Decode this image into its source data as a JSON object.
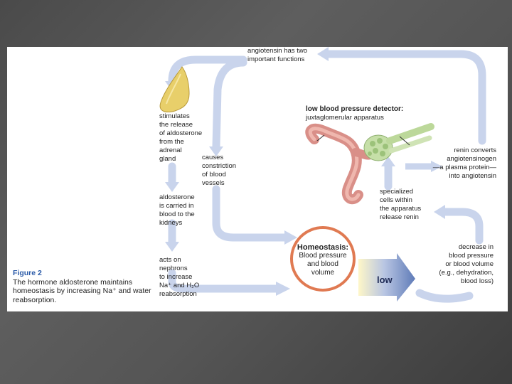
{
  "figure": {
    "title": "Figure 2",
    "caption": "The hormone aldosterone maintains homeostasis by increasing Na⁺ and water reabsorption."
  },
  "labels": {
    "angiotensin_functions": "angiotensin has two\nimportant functions",
    "stimulates_release": "stimulates\nthe release\nof aldosterone\nfrom the\nadrenal\ngland",
    "causes_constriction": "causes\nconstriction\nof blood\nvessels",
    "aldosterone_carried": "aldosterone\nis carried in\nblood to the\nkidneys",
    "acts_on_nephrons": "acts on\nnephrons\nto increase\nNa⁺ and H₂O\nreabsorption",
    "detector_title": "low blood pressure detector:",
    "detector_subtitle": "juxtaglomerular apparatus",
    "renin_converts": "renin converts\nangiotensinogen\n—a plasma protein—\ninto angiotensin",
    "specialized_cells": "specialized\ncells within\nthe apparatus\nrelease renin",
    "decrease_in": "decrease in\nblood pressure\nor blood volume\n(e.g., dehydration,\nblood loss)",
    "homeostasis_title": "Homeostasis:",
    "homeostasis_body": "Blood pressure\nand blood\nvolume",
    "low": "low"
  },
  "colors": {
    "arrow": "#c9d4ec",
    "circle_border": "#e07a52",
    "adrenal": "#e8cf6a",
    "kidney_tubule": "#d98f88",
    "vessel": "#bcd89a",
    "caption_title": "#2a5aa8",
    "low_arrow": "#5f7bb8"
  }
}
